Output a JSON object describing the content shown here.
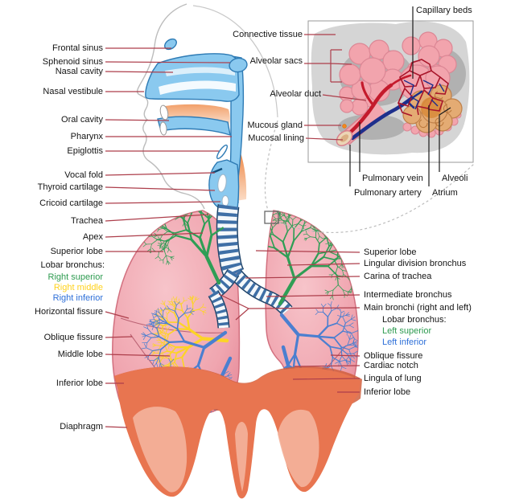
{
  "figure": {
    "subject": "Respiratory system labeled diagram"
  },
  "colors": {
    "label_text": "#141414",
    "label_green": "#2e9b50",
    "label_yellow": "#ffd21c",
    "label_blue": "#2d6fd8",
    "leader_red": "#ad3e4b",
    "pointer_black": "#1a1a1a",
    "airway_blue": "#8ac9ef",
    "lung_pink": "#efa0ab",
    "bronchus_green": "#2f9e55",
    "bronchus_yellow": "#fcd426",
    "bronchus_blue": "#4b7fd0",
    "diaphragm_orange": "#e87550",
    "inset_gray": "#d5d5d5",
    "artery_red": "#c41a2c",
    "vein_blue": "#1e2f8c"
  },
  "labels": {
    "left": [
      {
        "id": "frontal-sinus",
        "text": "Frontal sinus"
      },
      {
        "id": "sphenoid-sinus",
        "text": "Sphenoid sinus"
      },
      {
        "id": "nasal-cavity",
        "text": "Nasal cavity"
      },
      {
        "id": "nasal-vestibule",
        "text": "Nasal vestibule"
      },
      {
        "id": "oral-cavity",
        "text": "Oral cavity"
      },
      {
        "id": "pharynx",
        "text": "Pharynx"
      },
      {
        "id": "epiglottis",
        "text": "Epiglottis"
      },
      {
        "id": "vocal-fold",
        "text": "Vocal fold"
      },
      {
        "id": "thyroid-cartilage",
        "text": "Thyroid cartilage"
      },
      {
        "id": "cricoid-cartilage",
        "text": "Cricoid cartilage"
      },
      {
        "id": "trachea",
        "text": "Trachea"
      },
      {
        "id": "apex",
        "text": "Apex"
      },
      {
        "id": "superior-lobe",
        "text": "Superior lobe"
      },
      {
        "id": "lobar-bronchus-right",
        "text": "Lobar bronchus:"
      },
      {
        "id": "right-superior",
        "text": "Right superior"
      },
      {
        "id": "right-middle",
        "text": "Right middle"
      },
      {
        "id": "right-inferior",
        "text": "Right inferior"
      },
      {
        "id": "horizontal-fissure",
        "text": "Horizontal fissure"
      },
      {
        "id": "oblique-fissure",
        "text": "Oblique fissure"
      },
      {
        "id": "middle-lobe",
        "text": "Middle lobe"
      },
      {
        "id": "inferior-lobe",
        "text": "Inferior lobe"
      },
      {
        "id": "diaphragm",
        "text": "Diaphragm"
      }
    ],
    "right": [
      {
        "id": "superior-lobe-left",
        "text": "Superior lobe"
      },
      {
        "id": "lingular-division-bronchus",
        "text": "Lingular division bronchus"
      },
      {
        "id": "carina-of-trachea",
        "text": "Carina of trachea"
      },
      {
        "id": "intermediate-bronchus",
        "text": "Intermediate bronchus"
      },
      {
        "id": "main-bronchi",
        "text": "Main bronchi (right and left)"
      },
      {
        "id": "lobar-bronchus-left",
        "text": "Lobar bronchus:"
      },
      {
        "id": "left-superior",
        "text": "Left superior"
      },
      {
        "id": "left-inferior",
        "text": "Left inferior"
      },
      {
        "id": "oblique-fissure-left",
        "text": "Oblique fissure"
      },
      {
        "id": "cardiac-notch",
        "text": "Cardiac notch"
      },
      {
        "id": "lingula-of-lung",
        "text": "Lingula of lung"
      },
      {
        "id": "inferior-lobe-left",
        "text": "Inferior lobe"
      }
    ],
    "inset": [
      {
        "id": "capillary-beds",
        "text": "Capillary beds"
      },
      {
        "id": "connective-tissue",
        "text": "Connective tissue"
      },
      {
        "id": "alveolar-sacs",
        "text": "Alveolar sacs"
      },
      {
        "id": "alveolar-duct",
        "text": "Alveolar duct"
      },
      {
        "id": "mucous-gland",
        "text": "Mucous gland"
      },
      {
        "id": "mucosal-lining",
        "text": "Mucosal lining"
      },
      {
        "id": "pulmonary-vein",
        "text": "Pulmonary vein"
      },
      {
        "id": "pulmonary-artery",
        "text": "Pulmonary artery"
      },
      {
        "id": "alveoli",
        "text": "Alveoli"
      },
      {
        "id": "atrium",
        "text": "Atrium"
      }
    ]
  }
}
